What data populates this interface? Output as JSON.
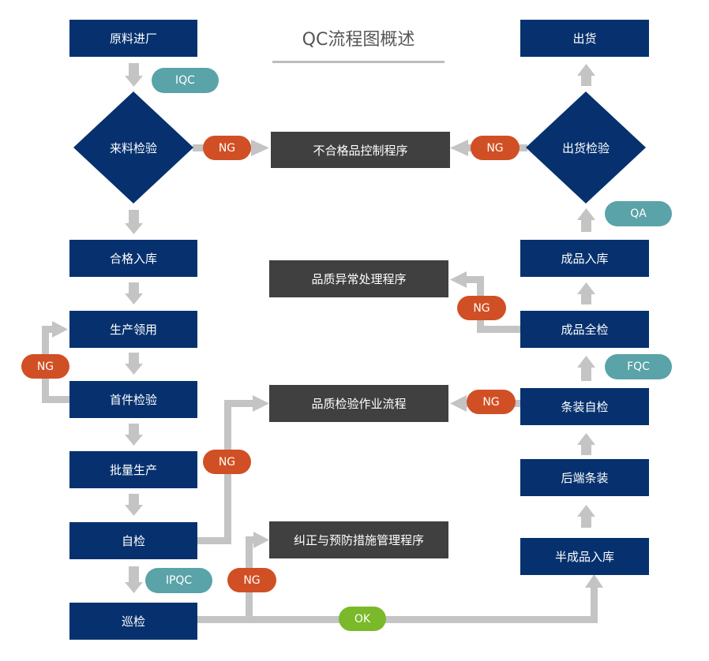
{
  "title": "QC流程图概述",
  "left": {
    "raw_material_in": "原料进厂",
    "incoming_inspection": "来料检验",
    "qualified_storage": "合格入库",
    "production_requisition": "生产领用",
    "first_article_inspection": "首件检验",
    "mass_production": "批量生产",
    "self_inspection": "自检",
    "patrol_inspection": "巡检"
  },
  "center": {
    "nonconforming_control": "不合格品控制程序",
    "quality_exception": "品质异常处理程序",
    "inspection_workflow": "品质检验作业流程",
    "corrective_preventive": "纠正与预防措施管理程序"
  },
  "right": {
    "shipping": "出货",
    "shipping_inspection": "出货检验",
    "finished_storage": "成品入库",
    "finished_full_inspection": "成品全检",
    "assembly_self_inspection": "条装自检",
    "backend_assembly": "后端条装",
    "semi_finished_storage": "半成品入库"
  },
  "tags": {
    "iqc": "IQC",
    "ipqc": "IPQC",
    "fqc": "FQC",
    "qa": "QA",
    "ng": "NG",
    "ok": "OK"
  },
  "colors": {
    "process_box": "#06316e",
    "procedure_box": "#404040",
    "ng_tag": "#d14f24",
    "qc_tag": "#5aa3a8",
    "ok_tag": "#7ab929",
    "connector": "#c4c4c4"
  }
}
